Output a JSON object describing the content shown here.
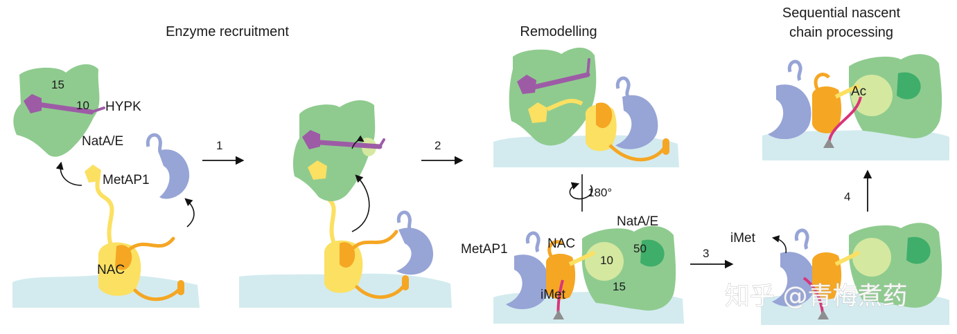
{
  "titles": {
    "recruitment": "Enzyme recruitment",
    "remodelling": "Remodelling",
    "sequential_line1": "Sequential nascent",
    "sequential_line2": "chain processing"
  },
  "steps": {
    "s1": "1",
    "s2": "2",
    "s3": "3",
    "s4": "4"
  },
  "rotation": "180°",
  "labels": {
    "hypk": "HYPK",
    "nata_e": "NatA/E",
    "metap1": "MetAP1",
    "nac": "NAC",
    "imet": "iMet",
    "ac": "Ac"
  },
  "subunits": {
    "n15": "15",
    "n10": "10",
    "n50": "50"
  },
  "watermark": "知乎 @青梅煮药",
  "colors": {
    "ribosome": "#d3ebef",
    "nata_green": "#8fcb8f",
    "naa50_green": "#3fae6a",
    "naa10_lime": "#d5e8a0",
    "hypk_purple": "#9d5ba6",
    "metap1_blue": "#97a4d6",
    "nac_yellow": "#fbe062",
    "nac_orange": "#f5a623",
    "chain_pink": "#d9347a",
    "exit_gray": "#8e8e8e"
  }
}
